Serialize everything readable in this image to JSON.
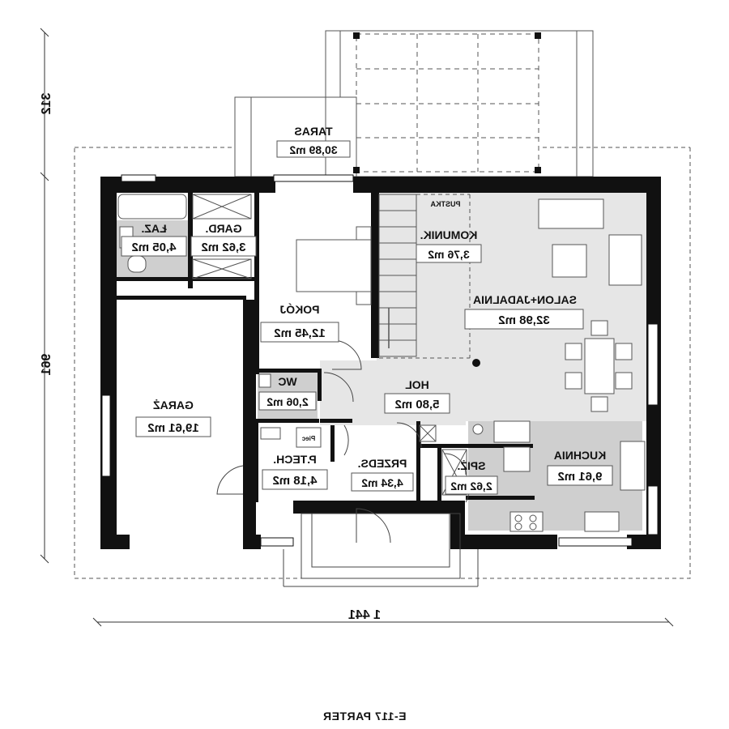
{
  "rooms": [
    {
      "key": "taras",
      "name": "TARAS",
      "area": "30,89 m2"
    },
    {
      "key": "lazienka",
      "name": "ŁAZ.",
      "area": "4,05 m2"
    },
    {
      "key": "garderoba",
      "name": "GARD.",
      "area": "3,62 m2"
    },
    {
      "key": "pokoj",
      "name": "POKÓJ",
      "area": "12,45 m2"
    },
    {
      "key": "komunikacja",
      "name": "KOMUNIK.",
      "area": "3,76 m2"
    },
    {
      "key": "salon",
      "name": "SALON+JADALNIA",
      "area": "32,98 m2"
    },
    {
      "key": "wc",
      "name": "WC",
      "area": "2,06 m2"
    },
    {
      "key": "hol",
      "name": "HOL",
      "area": "5,80 m2"
    },
    {
      "key": "garaz",
      "name": "GARAŻ",
      "area": "19,61 m2"
    },
    {
      "key": "ptech",
      "name": "P.TECH.",
      "area": "4,18 m2"
    },
    {
      "key": "przedsionek",
      "name": "PRZEDS.",
      "area": "4,34 m2"
    },
    {
      "key": "spizarnia",
      "name": "SPIŻ.",
      "area": "2,62 m2"
    },
    {
      "key": "kuchnia",
      "name": "KUCHNIA",
      "area": "9,61 m2"
    }
  ],
  "fixtures": {
    "pustka": "PUSTKA",
    "piec": "Piec"
  },
  "dimensions": {
    "width": "1 441",
    "depth_total": "961",
    "depth_terrace": "312"
  },
  "caption": "E-117 PARTER",
  "colors": {
    "walls": "#111111",
    "shaded_floor": "#cfcfcf",
    "light_floor": "#e6e6e6",
    "line": "#333333"
  }
}
